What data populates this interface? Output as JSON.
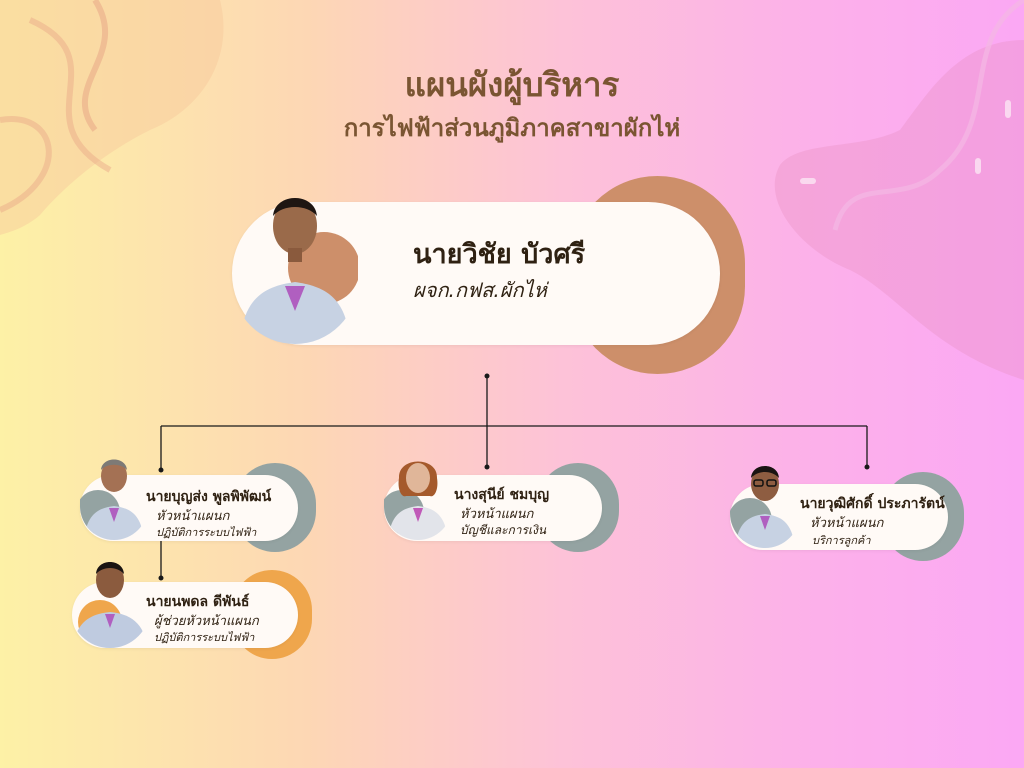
{
  "header": {
    "title": "แผนผังผู้บริหาร",
    "subtitle": "การไฟฟ้าส่วนภูมิภาคสาขาผักไห่"
  },
  "colors": {
    "title": "#7a5532",
    "top_ring": "#cd8f6a",
    "gray_ring": "#94a3a2",
    "orange_ring": "#efa64c",
    "card": "#fffaf6",
    "text": "#2f2112"
  },
  "manager": {
    "name": "นายวิชัย บัวศรี",
    "role": "ผจก.กฟส.ผักไห่"
  },
  "staff": [
    {
      "name": "นายบุญส่ง พูลพิพัฒน์",
      "role": "หัวหน้าแผนก",
      "dept": "ปฏิบัติการระบบไฟฟ้า"
    },
    {
      "name": "นางสุนีย์ ชมบุญ",
      "role": "หัวหน้าแผนก",
      "dept": "บัญชีและการเงิน"
    },
    {
      "name": "นายวุฒิศักดิ์ ประภารัตน์",
      "role": "หัวหน้าแผนก",
      "dept": "บริการลูกค้า"
    },
    {
      "name": "นายนพดล ดีพันธ์",
      "role": "ผู้ช่วยหัวหน้าแผนก",
      "dept": "ปฏิบัติการระบบไฟฟ้า"
    }
  ]
}
